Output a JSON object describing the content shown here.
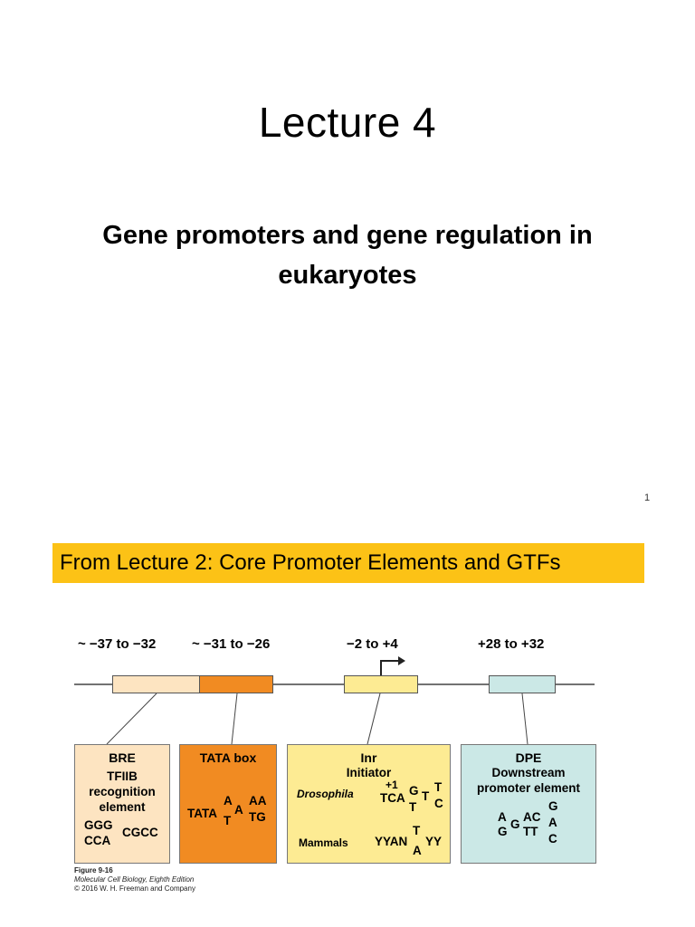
{
  "slide1": {
    "title": "Lecture 4",
    "subtitle": "Gene promoters and gene regulation in eukaryotes",
    "page_number": "1"
  },
  "slide2": {
    "banner": "From Lecture 2: Core Promoter Elements and GTFs",
    "ranges": {
      "bre": "~ −37 to −32",
      "tata": "~ −31 to −26",
      "inr": "−2 to +4",
      "dpe": "+28 to +32"
    },
    "colors": {
      "banner": "#fcc216",
      "bre": "#fde4c1",
      "tata": "#f18b22",
      "inr": "#fdeb93",
      "dpe": "#cbe8e6"
    },
    "boxes": {
      "bre": {
        "title": "BRE",
        "lines": [
          "TFIIB",
          "recognition",
          "element"
        ],
        "seq_top": "GGG",
        "seq_bottom": "CCA",
        "seq_right": "CGCC"
      },
      "tata": {
        "title": "TATA box",
        "s1": "TATA",
        "s2_top": "A",
        "s2_bottom": "T",
        "s3": "A",
        "s4_top": "AA",
        "s4_bottom": "TG"
      },
      "inr": {
        "title": "Inr",
        "subtitle": "Initiator",
        "drosophila": "Drosophila",
        "plus1": "+1",
        "d1": "TCA",
        "d2_top": "G",
        "d2_bottom": "T",
        "d3": "T",
        "d4_top": "T",
        "d4_bottom": "C",
        "mammals": "Mammals",
        "m1": "YYAN",
        "m2_top": "T",
        "m2_bottom": "A",
        "m3": "YY"
      },
      "dpe": {
        "title": "DPE",
        "lines": [
          "Downstream",
          "promoter element"
        ],
        "c1_top": "A",
        "c1_bottom": "G",
        "c2": "G",
        "c3_top": "AC",
        "c3_bottom": "TT",
        "c4_top": "G",
        "c4_mid": "A",
        "c4_bottom": "C"
      }
    },
    "caption": {
      "line1": "Figure 9-16",
      "line2": "Molecular Cell Biology, Eighth Edition",
      "line3": "© 2016 W. H. Freeman and Company"
    }
  }
}
